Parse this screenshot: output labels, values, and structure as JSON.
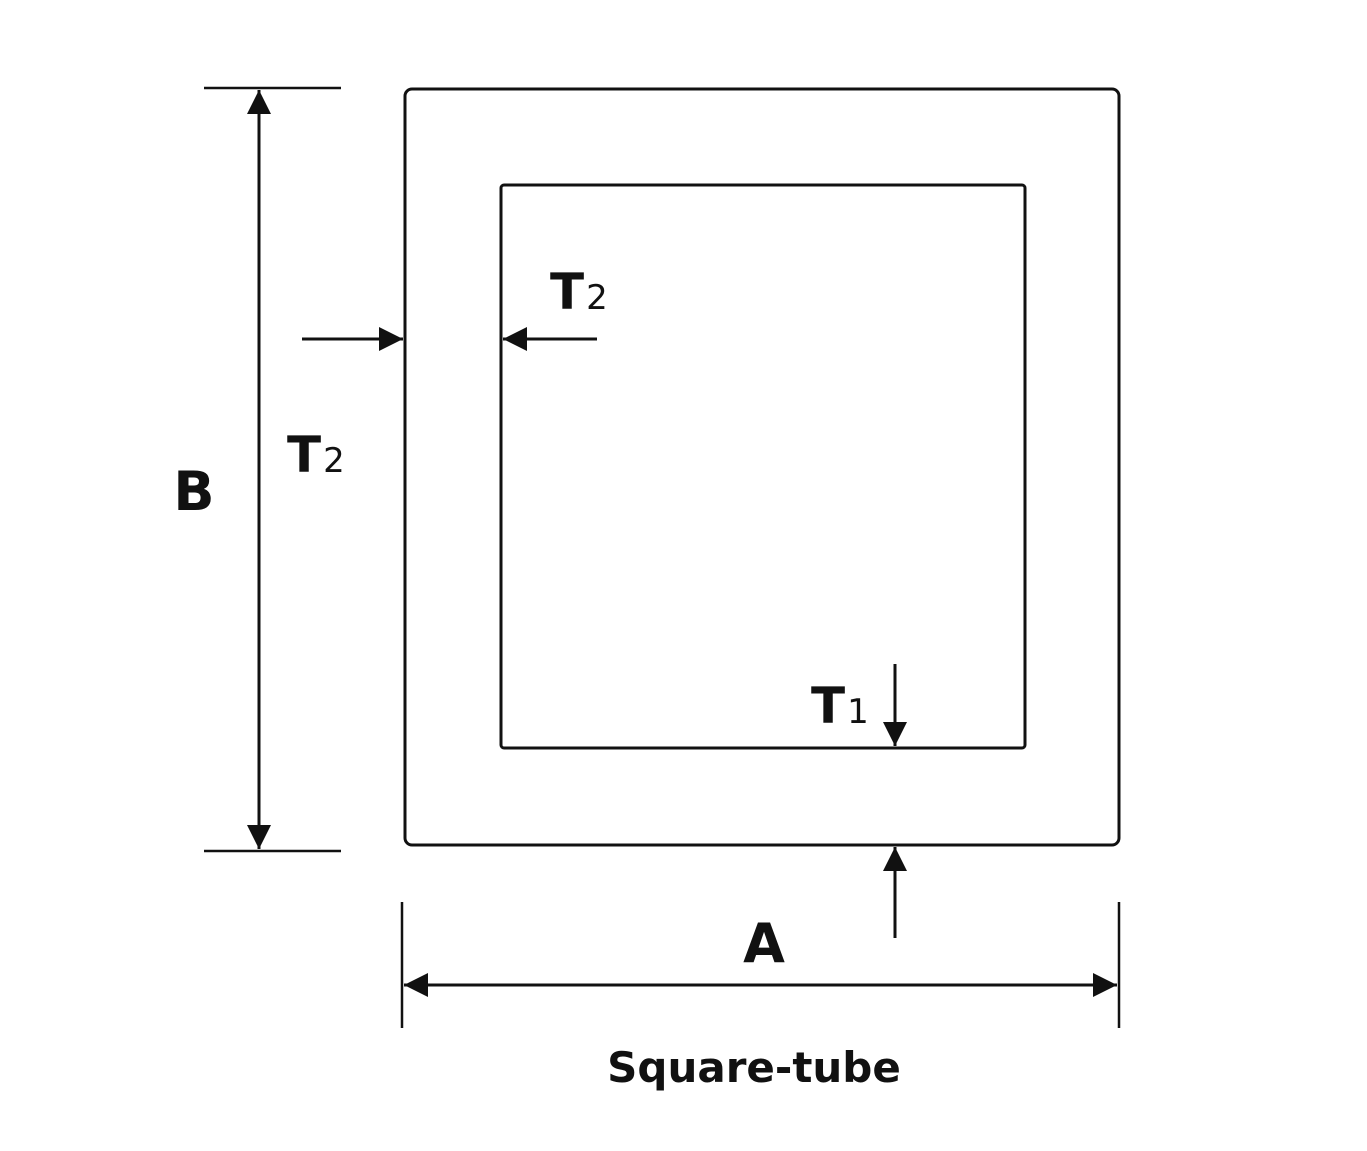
{
  "diagram": {
    "caption": "Square-tube",
    "labels": {
      "width": "A",
      "height": "B",
      "side_wall": {
        "base": "T",
        "sub": "2"
      },
      "side_wall_outer": {
        "base": "T",
        "sub": "2"
      },
      "bottom_wall": {
        "base": "T",
        "sub": "1"
      }
    },
    "colors": {
      "stroke": "#111111",
      "background": "#ffffff"
    }
  }
}
